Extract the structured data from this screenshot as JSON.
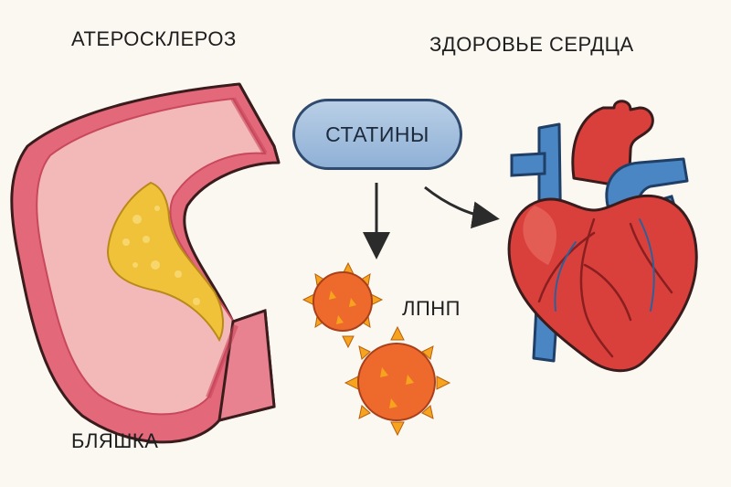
{
  "labels": {
    "atherosclerosis": "АТЕРОСКЛЕРОЗ",
    "heart_health": "ЗДОРОВЬЕ СЕРДЦА",
    "plaque": "БЛЯШКА",
    "statins": "СТАТИНЫ",
    "ldl": "ЛПНП"
  },
  "colors": {
    "artery_wall": "#e2687a",
    "artery_lumen": "#f3b9b8",
    "plaque": "#f0c23a",
    "ldl_particle": "#ee6a2c",
    "ldl_spike": "#f6a31e",
    "pill": "#a7c1e0",
    "heart": "#d9403c",
    "vein": "#4a86c4",
    "outline": "#3a1c1c"
  }
}
